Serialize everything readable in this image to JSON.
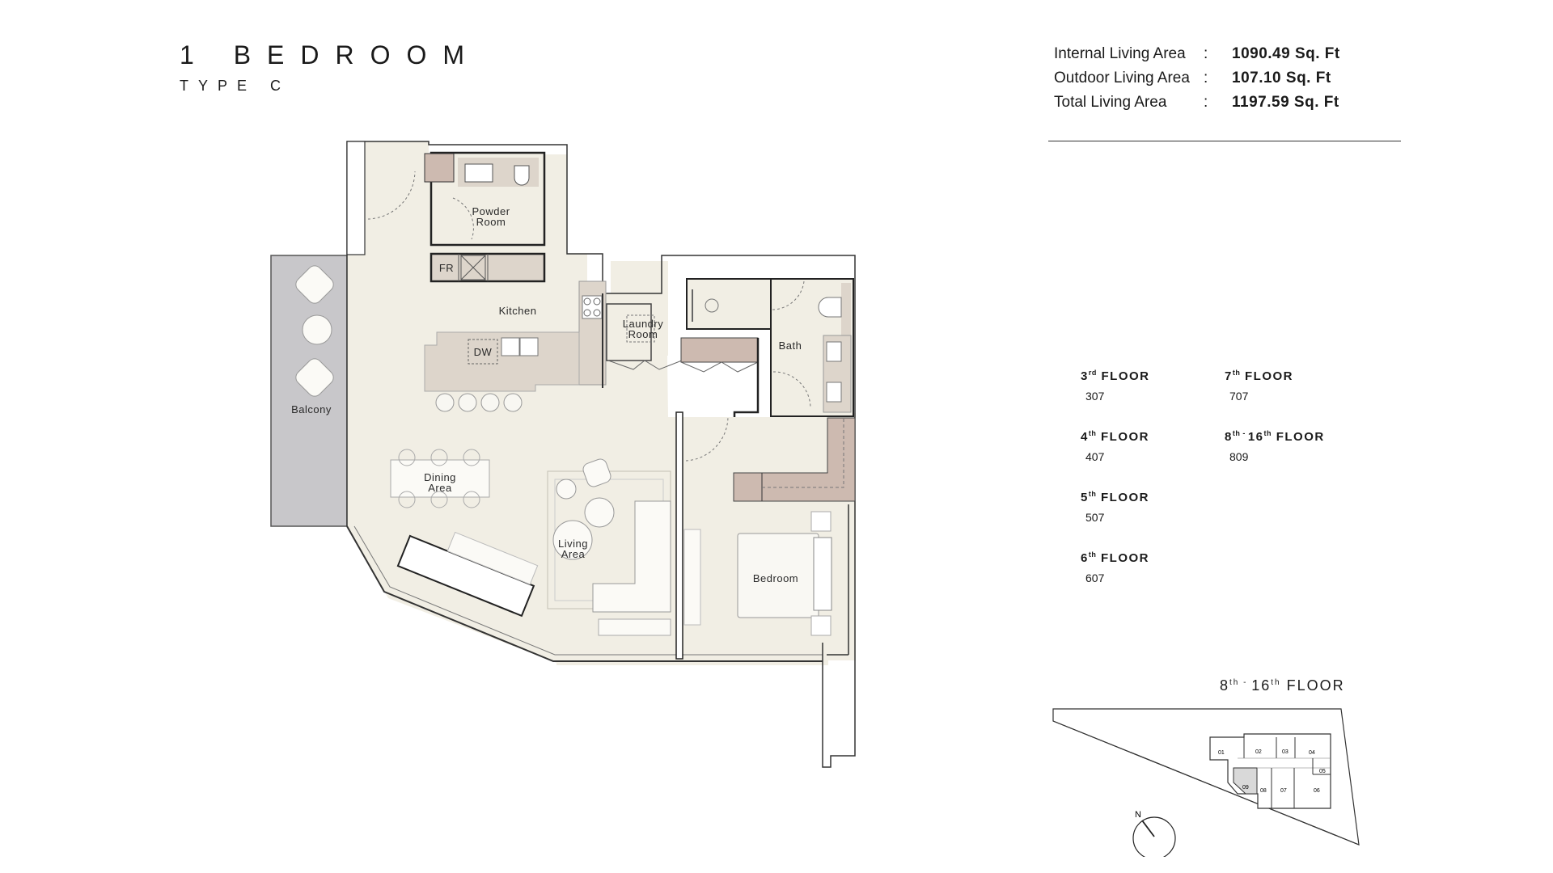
{
  "header": {
    "title": "1 BEDROOM",
    "subtitle": "TYPE C"
  },
  "areas": [
    {
      "label": "Internal Living Area",
      "colon": ":",
      "value": "1090.49 Sq. Ft"
    },
    {
      "label": "Outdoor Living Area",
      "colon": ":",
      "value": "107.10 Sq. Ft"
    },
    {
      "label": "Total Living Area",
      "colon": ":",
      "value": "1197.59 Sq. Ft"
    }
  ],
  "floors": [
    {
      "num": "3",
      "suffix": "rd",
      "word": "FLOOR",
      "unit": "307"
    },
    {
      "num": "4",
      "suffix": "th",
      "word": "FLOOR",
      "unit": "407"
    },
    {
      "num": "5",
      "suffix": "th",
      "word": "FLOOR",
      "unit": "507"
    },
    {
      "num": "6",
      "suffix": "th",
      "word": "FLOOR",
      "unit": "607"
    },
    {
      "num": "7",
      "suffix": "th",
      "word": "FLOOR",
      "unit": "707"
    },
    {
      "num": "8",
      "suffix": "th",
      "sep": " - ",
      "num2": "16",
      "suffix2": "th",
      "word": "FLOOR",
      "unit": "809"
    }
  ],
  "rooms": {
    "powder_room": "Powder\nRoom",
    "powder_line1": "Powder",
    "powder_line2": "Room",
    "fridge": "FR",
    "kitchen": "Kitchen",
    "dishwasher": "DW",
    "laundry_line1": "Laundry",
    "laundry_line2": "Room",
    "bath": "Bath",
    "balcony": "Balcony",
    "dining_line1": "Dining",
    "dining_line2": "Area",
    "living_line1": "Living",
    "living_line2": "Area",
    "bedroom": "Bedroom"
  },
  "keyplan": {
    "title_num": "8",
    "title_suffix": "th",
    "title_sep": " - ",
    "title_num2": "16",
    "title_suffix2": "th",
    "title_word": "FLOOR",
    "north_label": "N",
    "units": [
      "01",
      "02",
      "03",
      "04",
      "05",
      "06",
      "07",
      "08",
      "09"
    ],
    "highlighted_unit": "09"
  },
  "colors": {
    "floor": "#f1eee4",
    "cabinet": "#cdbab0",
    "counter": "#ddd5cb",
    "balcony": "#c8c7ca",
    "wall": "#222222",
    "highlight": "#d9d9d9"
  }
}
